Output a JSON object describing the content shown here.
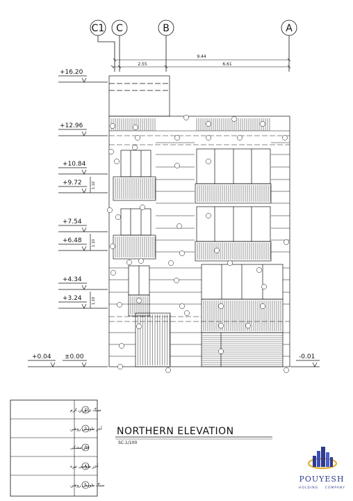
{
  "grid_axes": [
    "C1",
    "C",
    "B",
    "A"
  ],
  "dimensions": {
    "total": "9.44",
    "left": "2.55",
    "right": "6.61"
  },
  "levels": [
    "+16.20",
    "+12.96",
    "+10.84",
    "+9.72",
    "+7.54",
    "+6.48",
    "+4.34",
    "+3.24",
    "+0.04",
    "±0.00",
    "-0.01"
  ],
  "small_dims": [
    "1.10",
    "1.10",
    "1.10"
  ],
  "legend": [
    {
      "num": "1",
      "label": "سنگ تراورتن کرم"
    },
    {
      "num": "2",
      "label": "آجر طوسی روشن"
    },
    {
      "num": "3",
      "label": "فلز مشکی"
    },
    {
      "num": "4",
      "label": "آجر طوسی تیره"
    },
    {
      "num": "5",
      "label": "سنگ طوسی روشن"
    }
  ],
  "drawing_title": "NORTHERN ELEVATION",
  "scale": "SC:1/100",
  "company": {
    "name": "POUYESH",
    "sub_left": "HOLDING",
    "sub_right": "COMPANY",
    "colors": {
      "primary": "#2e3a8c",
      "accent": "#e0b12e"
    }
  }
}
